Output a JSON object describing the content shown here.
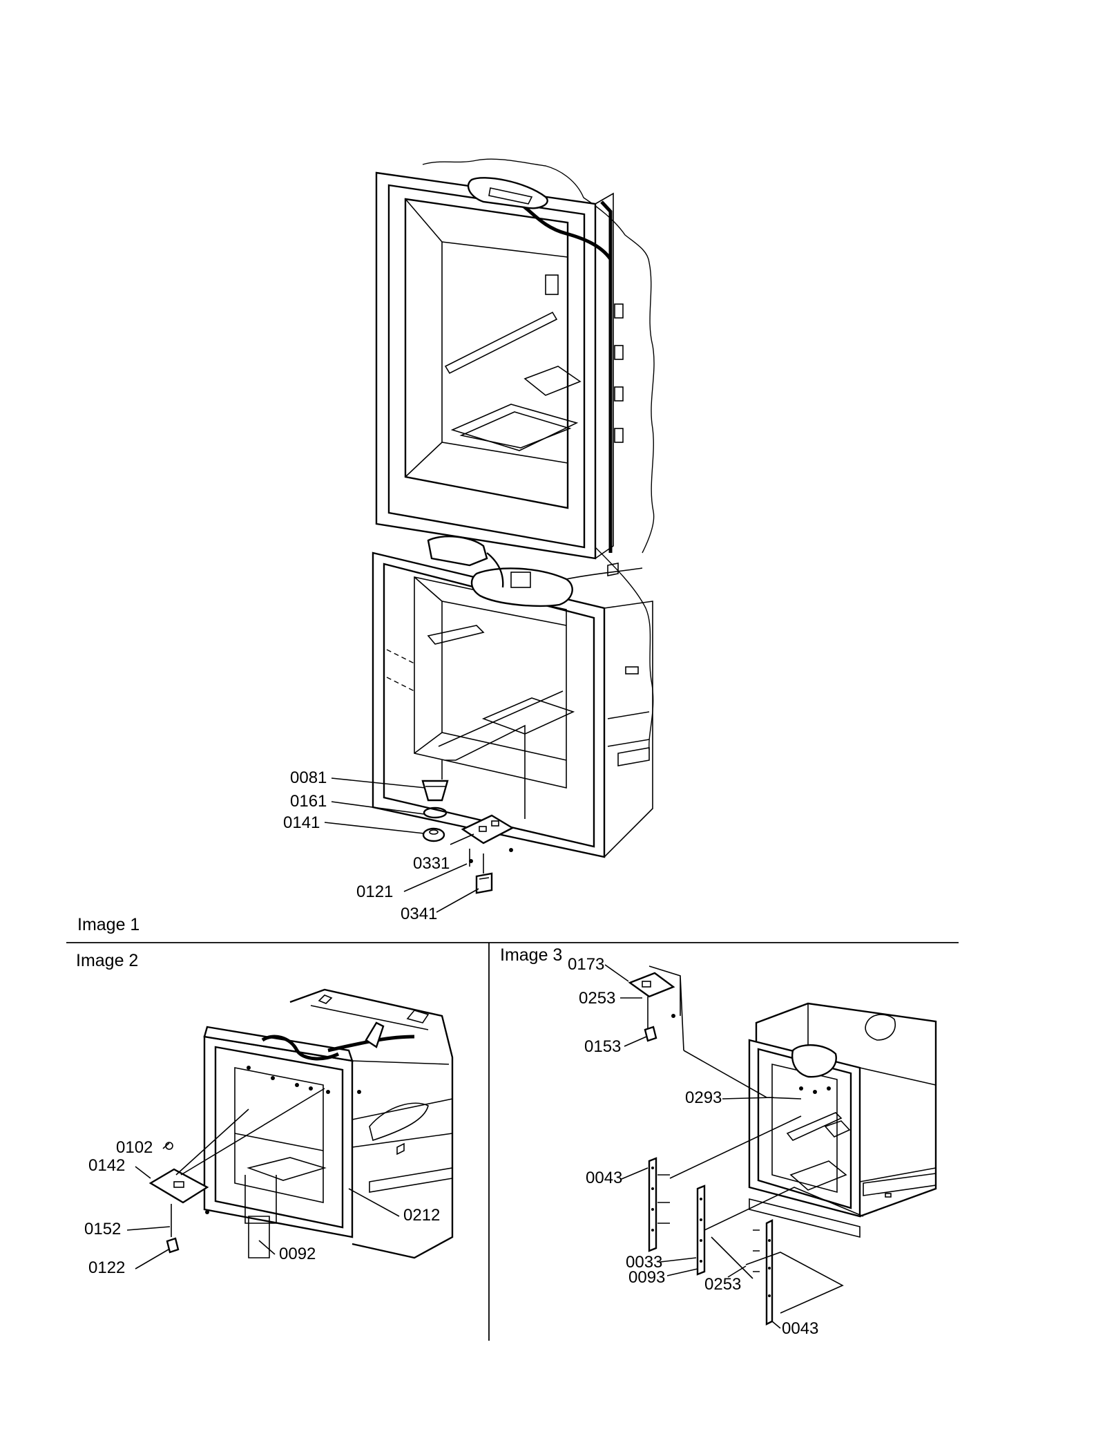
{
  "panels": [
    {
      "title": "Image 1"
    },
    {
      "title": "Image 2"
    },
    {
      "title": "Image 3"
    }
  ],
  "callouts": {
    "image1": [
      "0081",
      "0161",
      "0141",
      "0331",
      "0121",
      "0341"
    ],
    "image2": [
      "0102",
      "0142",
      "0152",
      "0122",
      "0092",
      "0212"
    ],
    "image3": [
      "0173",
      "0253",
      "0153",
      "0293",
      "0043",
      "0033",
      "0093",
      "0253",
      "0043"
    ]
  }
}
